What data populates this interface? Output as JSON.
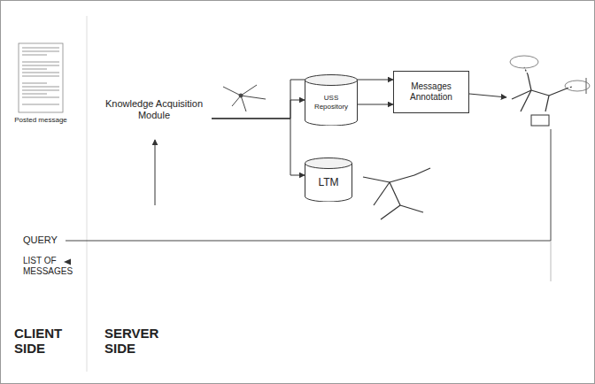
{
  "diagram": {
    "nodes": [
      {
        "text": [
          "Posted message"
        ]
      },
      {
        "text": [
          "Knowledge Acquisition Module"
        ]
      },
      {
        "text": [
          "USS Repository"
        ]
      },
      {
        "text": [
          "Messages Annotation"
        ]
      },
      {
        "text": [
          "LTM"
        ]
      }
    ],
    "edges": [
      {
        "from": 1,
        "to": 3,
        "arrow": "to"
      },
      {
        "from": 1,
        "to": 2,
        "arrow": "to"
      },
      {
        "from": 1,
        "to": 4,
        "arrow": "to"
      },
      {
        "from": 2,
        "to": 3,
        "arrow": "to"
      }
    ],
    "labels": [
      "QUERY",
      "LIST OF MESSAGES",
      "CLIENT SIDE",
      "SERVER SIDE"
    ]
  }
}
